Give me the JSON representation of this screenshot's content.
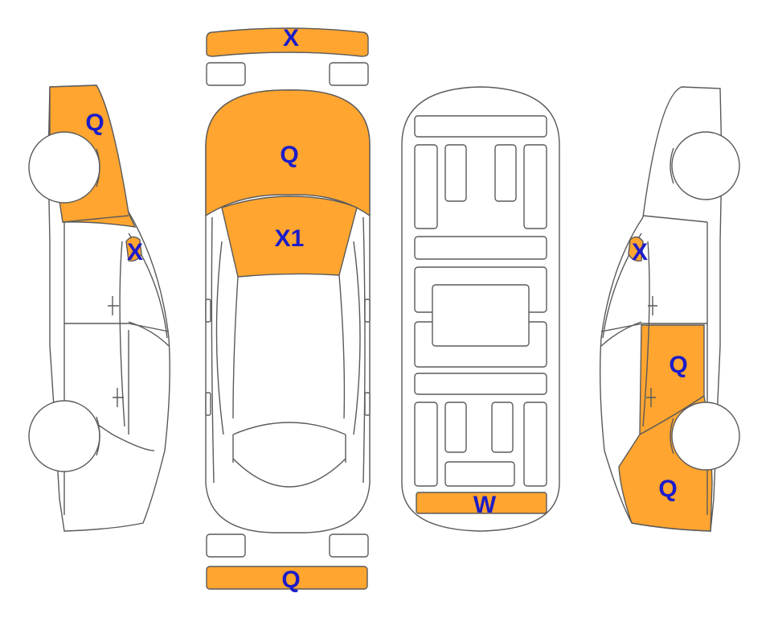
{
  "legend_colors": {
    "damage_fill": "#ffa530",
    "outline": "#5a5a5a",
    "label": "#1c1cc8"
  },
  "views": {
    "front_bumper": {
      "label": "X"
    },
    "rear_bumper": {
      "label": "Q"
    },
    "hood": {
      "label": "Q"
    },
    "windshield": {
      "label": "X1"
    },
    "underbody_rear": {
      "label": "W"
    },
    "left_front_fender": {
      "label": "Q"
    },
    "left_a_pillar": {
      "label": "X"
    },
    "right_a_pillar": {
      "label": "X"
    },
    "right_rear_door": {
      "label": "Q"
    },
    "right_rear_quarter": {
      "label": "Q"
    }
  }
}
